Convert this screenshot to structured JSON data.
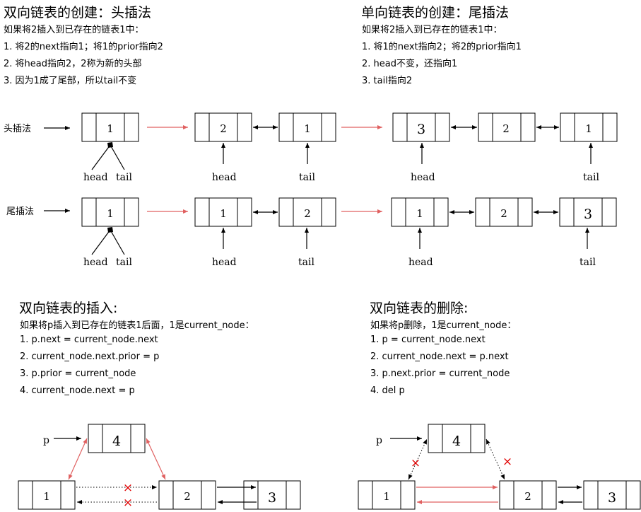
{
  "top_left": {
    "title": "双向链表的创建：头插法",
    "lines": [
      "如果将2插入到已存在的链表1中：",
      "1. 将2的next指向1；将1的prior指向2",
      "2. 将head指向2，2称为新的头部",
      "3. 因为1成了尾部，所以tail不变"
    ]
  },
  "top_right": {
    "title": "单向链表的创建：尾插法",
    "lines": [
      "如果将2插入到已存在的链表1中：",
      "1. 将1的next指向2；将2的prior指向1",
      "2. head不变，还指向1",
      "3. tail指向2"
    ]
  },
  "row1": {
    "label": "头插法",
    "n1": "1",
    "n2": [
      "2",
      "1"
    ],
    "n3": [
      "3",
      "2",
      "1"
    ],
    "head": "head",
    "tail": "tail"
  },
  "row2": {
    "label": "尾插法",
    "n1": "1",
    "n2": [
      "1",
      "2"
    ],
    "n3": [
      "1",
      "2",
      "3"
    ],
    "head": "head",
    "tail": "tail"
  },
  "bottom_left": {
    "title": "双向链表的插入:",
    "lines": [
      "如果将p插入到已存在的链表1后面，1是current_node：",
      "1. p.next = current_node.next",
      "2. current_node.next.prior = p",
      "3. p.prior = current_node",
      "4. current_node.next = p"
    ],
    "p": "p",
    "nodes": [
      "4",
      "1",
      "2",
      "3"
    ],
    "cross": "×"
  },
  "bottom_right": {
    "title": "双向链表的删除:",
    "lines": [
      "如果将p删除，1是current_node：",
      "1. p = current_node.next",
      "2. current_node.next = p.next",
      "3. p.next.prior = current_node",
      "4. del p"
    ],
    "p": "p",
    "nodes": [
      "4",
      "1",
      "2",
      "3"
    ],
    "cross": "×"
  },
  "colors": {
    "accent": "#e06060",
    "cross": "#e00000",
    "line": "#000000"
  }
}
